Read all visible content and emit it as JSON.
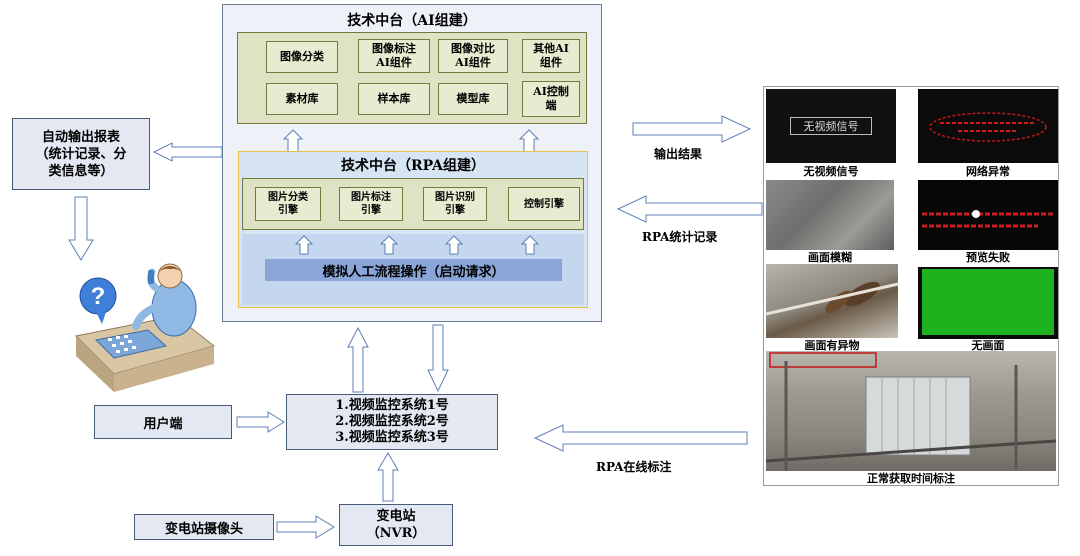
{
  "ai_platform": {
    "title": "技术中台（AI组建）",
    "row1": [
      "图像分类",
      "图像标注\nAI组件",
      "图像对比\nAI组件",
      "其他AI\n组件"
    ],
    "row2": [
      "素材库",
      "样本库",
      "模型库",
      "AI控制\n端"
    ]
  },
  "rpa_platform": {
    "title": "技术中台（RPA组建）",
    "engines": [
      "图片分类\n引擎",
      "图片标注\n引擎",
      "图片识别\n引擎",
      "控制引擎"
    ],
    "simulate": "模拟人工流程操作（启动请求）"
  },
  "report_box": "自动输出报表\n（统计记录、分\n类信息等）",
  "user_box": "用户端",
  "monitor_box": "1.视频监控系统1号\n2.视频监控系统2号\n3.视频监控系统3号",
  "substation_box": "变电站\n（NVR）",
  "camera_box": "变电站摄像头",
  "arrow_labels": {
    "output": "输出结果",
    "rpa_stats": "RPA统计记录",
    "rpa_online": "RPA在线标注"
  },
  "images": {
    "no_signal_overlay": "无视频信号",
    "captions": [
      "无视频信号",
      "网络异常",
      "画面模糊",
      "预览失败",
      "画面有异物",
      "无画面",
      "正常获取时间标注"
    ]
  },
  "colors": {
    "platform_bg": "#eef2f8",
    "component_bg": "#dfe3c4",
    "rpa_bg": "#d7e4f3",
    "simulate_bar": "#8aa5d8",
    "arrow_outline": "#5b7fb5",
    "rpa_border": "#e8c04c"
  }
}
